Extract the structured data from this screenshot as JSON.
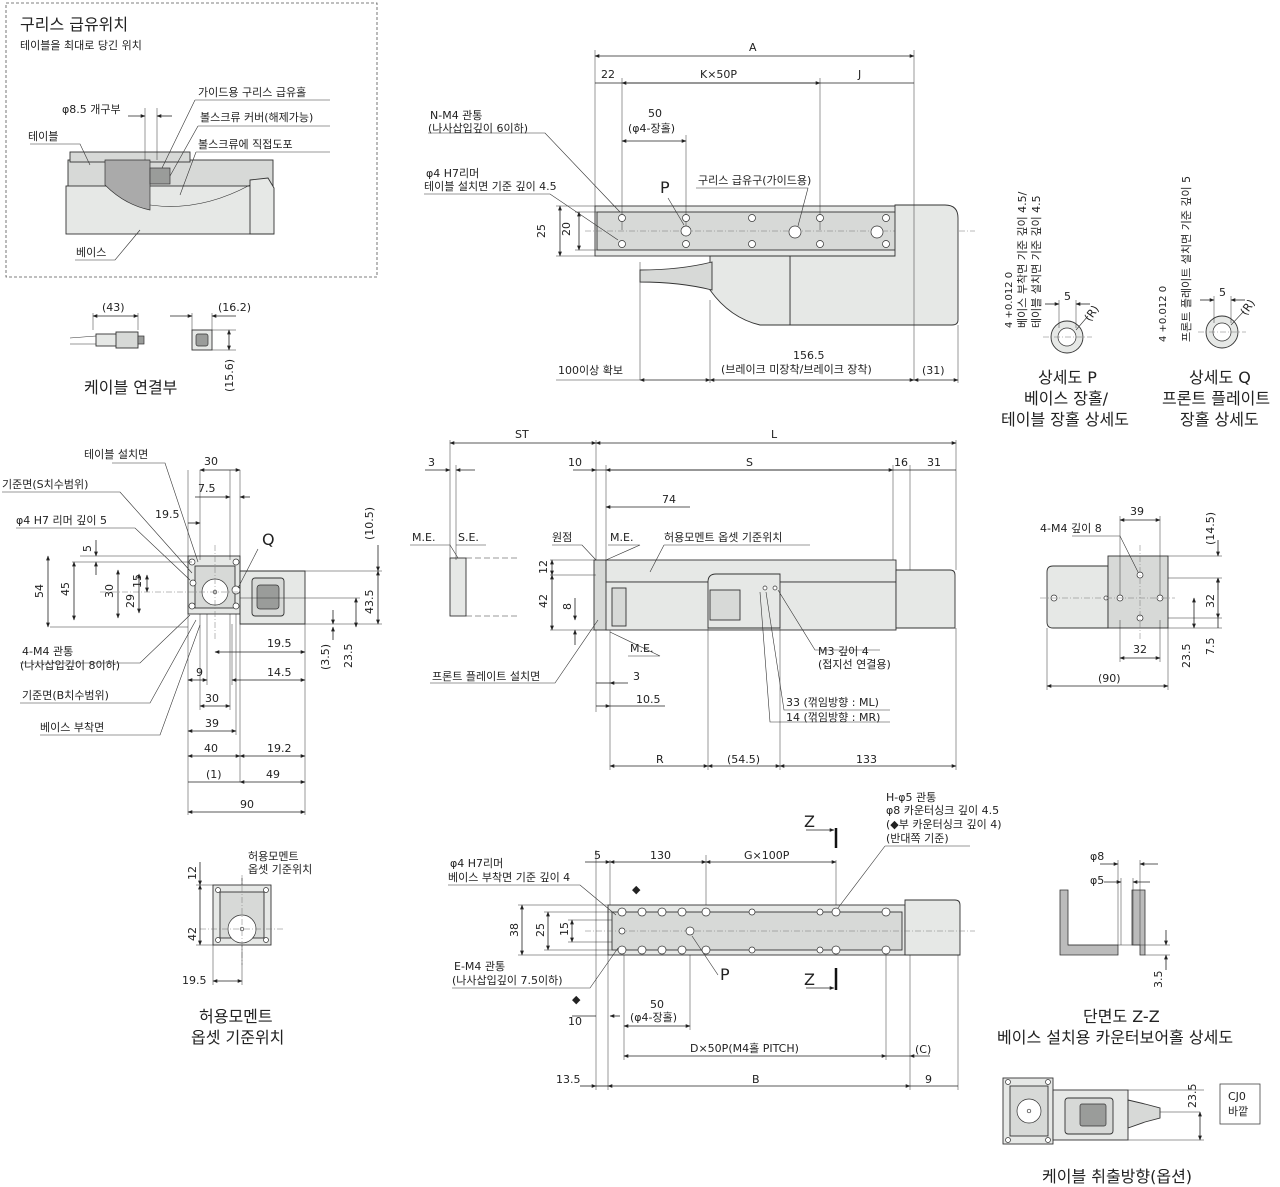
{
  "grease": {
    "title": "구리스 급유위치",
    "subtitle": "테이블을 최대로 당긴 위치",
    "opening": "φ8.5 개구부",
    "guide_hole": "가이드용 구리스 급유홀",
    "cover": "볼스크류 커버(해제가능)",
    "direct": "볼스크류에 직접도포",
    "table": "테이블",
    "base": "베이스"
  },
  "cable": {
    "d43": "(43)",
    "d162": "(16.2)",
    "d156": "(15.6)",
    "caption": "케이블 연결부"
  },
  "top": {
    "A": "A",
    "d22": "22",
    "k50p": "K×50P",
    "J": "J",
    "d50": "50",
    "d50sub": "(φ4-장홀)",
    "nm4": "N-M4 관통",
    "nm4sub": "(나사삽입깊이 6이하)",
    "reamer": "φ4 H7리머",
    "reamersub": "테이블 설치면 기준 깊이 4.5",
    "P": "P",
    "grease_port": "구리스 급유구(가이드용)",
    "d25": "25",
    "d20": "20",
    "d100": "100이상 확보",
    "d1565": "156.5",
    "brake": "(브레이크 미장착/브레이크 장착)",
    "d31": "(31)"
  },
  "detailP": {
    "tol": "4 +0.012 0",
    "txt1": "베이스 부착면 기준 깊이 4.5/",
    "txt2": "테이블 설치면 기준 깊이 4.5",
    "d5": "5",
    "R": "(R)",
    "cap1": "상세도 P",
    "cap2": "베이스 장홀/",
    "cap3": "테이블 장홀 상세도"
  },
  "detailQ": {
    "tol": "4 +0.012 0",
    "txt": "프론트 플레이트 설치면 기준 깊이 5",
    "d5": "5",
    "R": "(R)",
    "cap1": "상세도 Q",
    "cap2": "프론트 플레이트",
    "cap3": "장홀 상세도"
  },
  "endview": {
    "table_face": "테이블 설치면",
    "ref_s": "기준면(S치수범위)",
    "reamer5": "φ4 H7 리머 깊이 5",
    "Q": "Q",
    "d30": "30",
    "d75": "7.5",
    "d195": "19.5",
    "d5": "5",
    "d54": "54",
    "d45": "45",
    "d30v": "30",
    "d29": "29",
    "d15": "15",
    "d105": "(10.5)",
    "d435": "43.5",
    "d235": "23.5",
    "d35": "(3.5)",
    "m4": "4-M4 관통",
    "m4sub": "(나사삽입깊이 8이하)",
    "ref_b": "기준면(B치수범위)",
    "base_face": "베이스 부착면",
    "h195": "19.5",
    "h145": "14.5",
    "h9": "9",
    "h30": "30",
    "h39": "39",
    "h40": "40",
    "h192": "19.2",
    "h1": "(1)",
    "h49": "49",
    "h90": "90"
  },
  "side": {
    "ST": "ST",
    "L": "L",
    "d3": "3",
    "d10": "10",
    "S": "S",
    "d16": "16",
    "d31": "31",
    "d74": "74",
    "me1": "M.E.",
    "se": "S.E.",
    "origin": "원점",
    "me2": "M.E.",
    "allow": "허용모멘트 옵셋 기준위치",
    "d12": "12",
    "d42": "42",
    "d8": "8",
    "me3": "M.E.",
    "front": "프론트 플레이트 설치면",
    "d3b": "3",
    "d105": "10.5",
    "m3": "M3 깊이 4",
    "m3sub": "(접지선 연결용)",
    "ml": "33 (꺾임방향 : ML)",
    "mr": "14 (꺾임방향 : MR)",
    "R": "R",
    "d545": "(54.5)",
    "d133": "133"
  },
  "right": {
    "m4": "4-M4 깊이 8",
    "d39": "39",
    "d145": "(14.5)",
    "d32": "32",
    "d32h": "32",
    "d235": "23.5",
    "d75": "7.5",
    "d90": "(90)"
  },
  "offset": {
    "label1": "허용모멘트",
    "label2": "옵셋 기준위치",
    "d12": "12",
    "d42": "42",
    "d195": "19.5",
    "cap1": "허용모멘트",
    "cap2": "옵셋 기준위치"
  },
  "bottom": {
    "d5": "5",
    "d130": "130",
    "g100p": "G×100P",
    "Z": "Z",
    "h5": "H-φ5 관통",
    "counter": "φ8 카운터싱크 깊이 4.5",
    "counter2": "(◆부 카운터싱크 깊이 4)",
    "counter3": "(반대쪽 기준)",
    "reamer": "φ4 H7리머",
    "reamersub": "베이스 부착면 기준 깊이 4",
    "diamond": "◆",
    "d38": "38",
    "d25": "25",
    "d15": "15",
    "em4": "E-M4 관통",
    "em4sub": "(나사삽입깊이 7.5이하)",
    "P": "P",
    "d10": "10",
    "d50": "50",
    "d50sub": "(φ4-장홀)",
    "d50p": "D×50P(M4홀 PITCH)",
    "C": "(C)",
    "d135": "13.5",
    "B": "B",
    "d9": "9"
  },
  "section": {
    "d8": "φ8",
    "d5": "φ5",
    "d35": "3.5",
    "cap1": "단면도 Z-Z",
    "cap2": "베이스 설치용 카운터보어홀 상세도"
  },
  "cableout": {
    "d235": "23.5",
    "tag1": "CJ0",
    "tag2": "바깥",
    "caption": "케이블 취출방향(옵션)"
  }
}
